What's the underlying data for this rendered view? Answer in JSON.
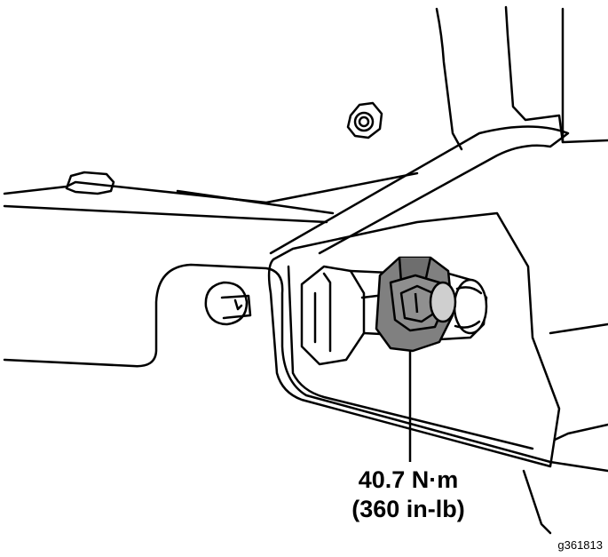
{
  "figure": {
    "torque_metric": "40.7 N·m",
    "torque_imperial": "(360 in-lb)",
    "figure_id": "g361813"
  },
  "colors": {
    "line": "#000000",
    "fill": "#ffffff",
    "highlight_nut": "#808080",
    "highlight_nut_dark": "#5a5a5a"
  }
}
